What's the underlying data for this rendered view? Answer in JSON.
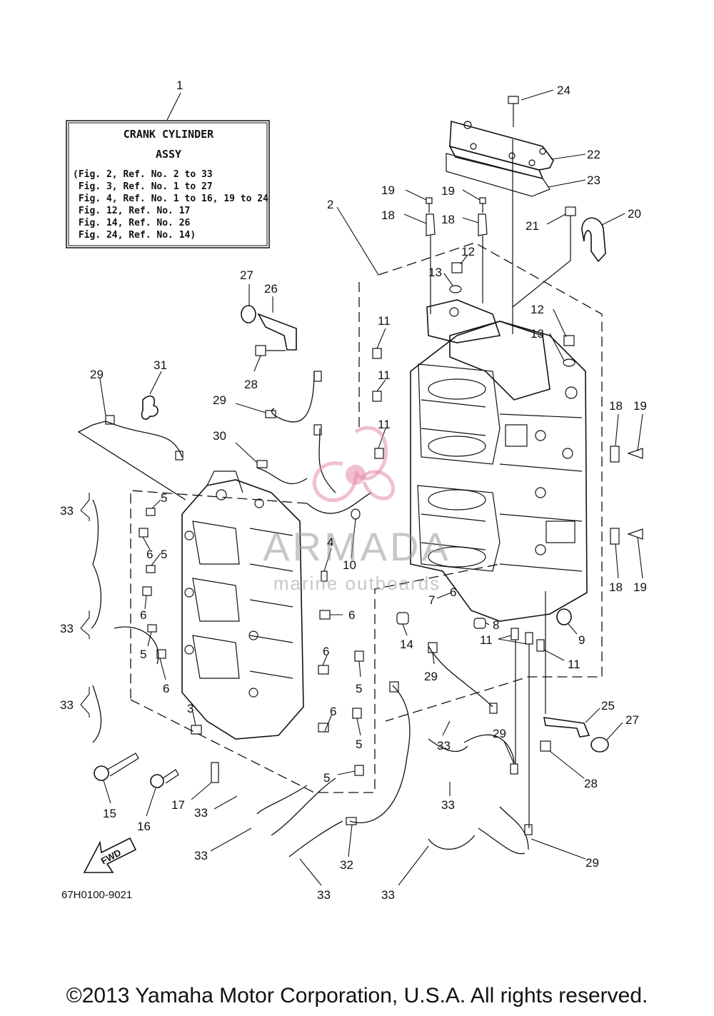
{
  "legend": {
    "ref": "1",
    "title_line1": "CRANK CYLINDER",
    "title_line2": "ASSY",
    "lines": [
      "(Fig. 2, Ref. No. 2 to 33",
      " Fig. 3, Ref. No. 1 to 27",
      " Fig. 4, Ref. No. 1 to 16, 19 to 24",
      " Fig. 12, Ref. No. 17",
      " Fig. 14, Ref. No. 26",
      " Fig. 24, Ref. No. 14)"
    ]
  },
  "callouts": {
    "c24": "24",
    "c22": "22",
    "c23": "23",
    "c19a": "19",
    "c19b": "19",
    "c18a": "18",
    "c18b": "18",
    "c2": "2",
    "c21": "21",
    "c20": "20",
    "c12a": "12",
    "c13a": "13",
    "c12b": "12",
    "c13b": "13",
    "c27a": "27",
    "c26": "26",
    "c28a": "28",
    "c11a": "11",
    "c11b": "11",
    "c11c": "11",
    "c31": "31",
    "c29a": "29",
    "c29b": "29",
    "c30": "30",
    "c18c": "18",
    "c19c": "19",
    "c18d": "18",
    "c19d": "19",
    "c33a": "33",
    "c5a": "5",
    "c6a": "6",
    "c5b": "5",
    "c4": "4",
    "c10": "10",
    "c7": "7",
    "c6b": "6",
    "c33b": "33",
    "c6c": "6",
    "c8": "8",
    "c9": "9",
    "c14": "14",
    "c11d": "11",
    "c11e": "11",
    "c29c": "29",
    "c5c": "5",
    "c6d": "6",
    "c33c": "33",
    "c5d": "5",
    "c6e": "6",
    "c3": "3",
    "c25": "25",
    "c27b": "27",
    "c29d": "29",
    "c33d": "33",
    "c5e": "5",
    "c5f": "5",
    "c28b": "28",
    "c15": "15",
    "c16": "16",
    "c17": "17",
    "c33e": "33",
    "c33f": "33",
    "c29e": "29",
    "c33g": "33",
    "c32": "32",
    "c33h": "33",
    "c33i": "33"
  },
  "fwd_label": "FWD",
  "drawing_number": "67H0100-9021",
  "watermark": {
    "brand": "ARMADA",
    "tagline": "marine outboards",
    "color": "#e58aa6"
  },
  "copyright": "©2013 Yamaha Motor Corporation, U.S.A. All rights reserved."
}
